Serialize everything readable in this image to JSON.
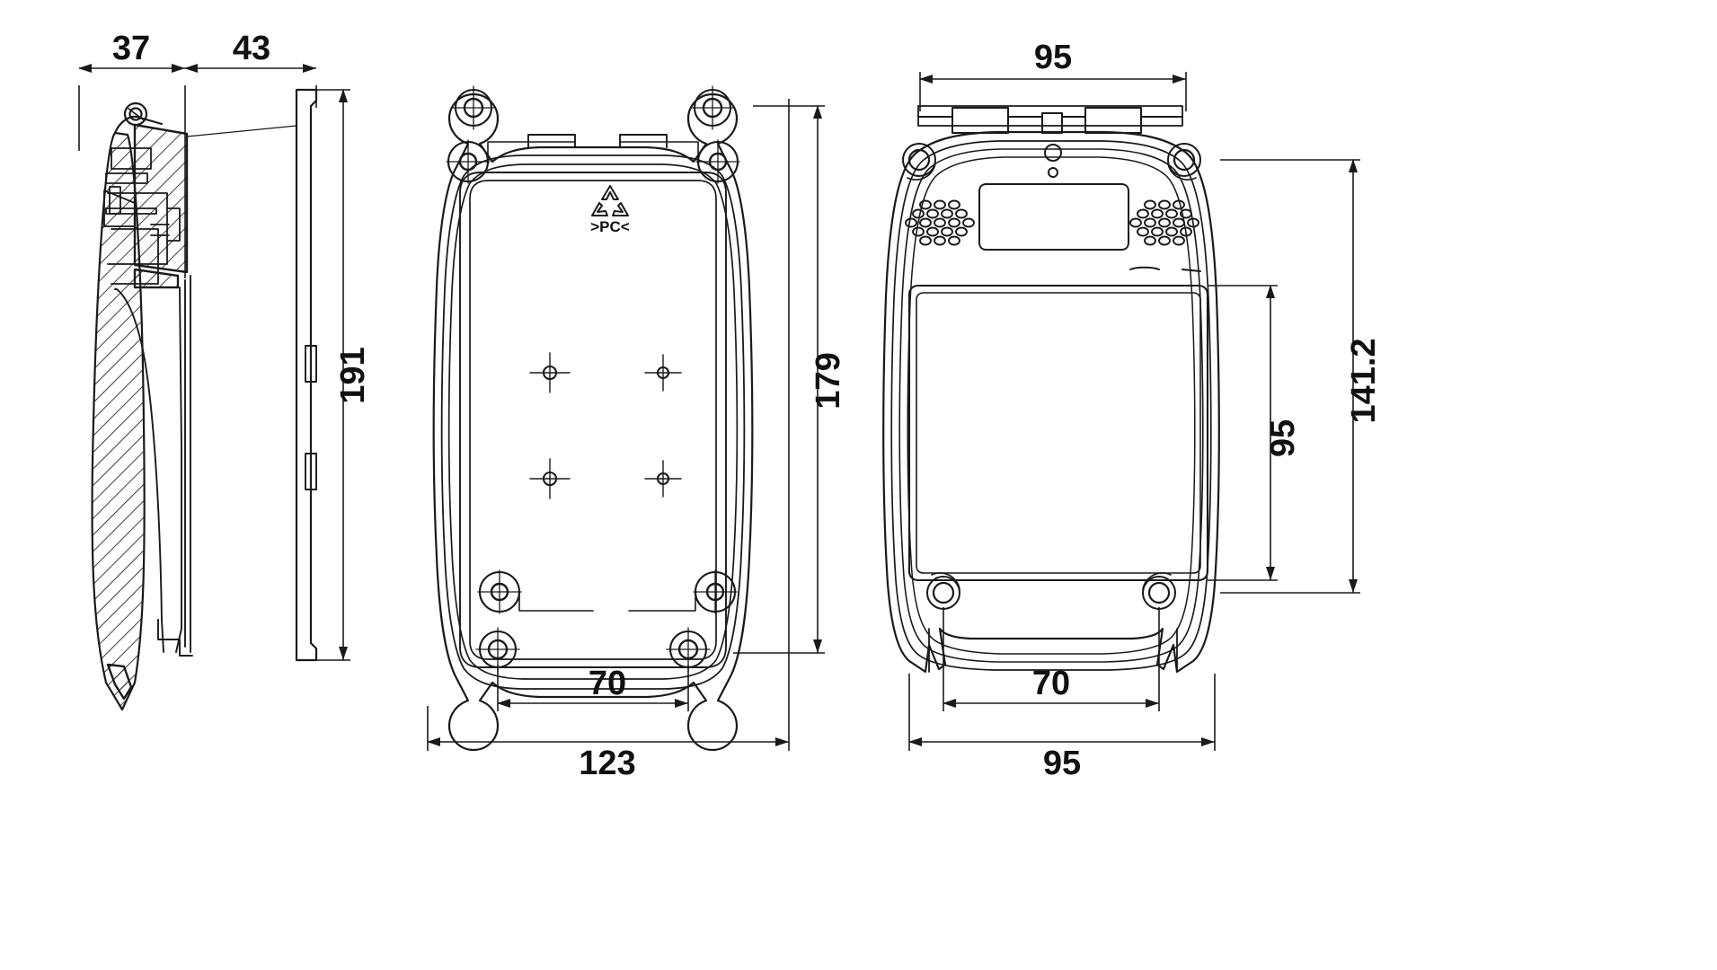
{
  "drawing": {
    "title": "Enclosure technical drawing - three orthographic views",
    "units": "mm",
    "line_color": "#1a1a1a",
    "background": "#ffffff"
  },
  "views": {
    "left": {
      "name": "side-section-view",
      "description": "Vertical cross-section through enclosure, hatched wall"
    },
    "middle": {
      "name": "front-inside-view",
      "description": "Enclosure base interior with corner bosses, mounting ears and PCB standoffs"
    },
    "right": {
      "name": "rear-outside-view",
      "description": "Enclosure rear with speaker grille, label window and battery lid"
    }
  },
  "dimensions": {
    "left_view": [
      {
        "id": "d37",
        "label": "37",
        "orientation": "horizontal"
      },
      {
        "id": "d43",
        "label": "43",
        "orientation": "horizontal"
      },
      {
        "id": "d191",
        "label": "191",
        "orientation": "vertical"
      }
    ],
    "middle_view": [
      {
        "id": "d179",
        "label": "179",
        "orientation": "vertical"
      },
      {
        "id": "d70a",
        "label": "70",
        "orientation": "horizontal"
      },
      {
        "id": "d123",
        "label": "123",
        "orientation": "horizontal"
      }
    ],
    "right_view": [
      {
        "id": "d95top",
        "label": "95",
        "orientation": "horizontal"
      },
      {
        "id": "d141",
        "label": "141.2",
        "orientation": "vertical"
      },
      {
        "id": "d95right",
        "label": "95",
        "orientation": "vertical"
      },
      {
        "id": "d70b",
        "label": "70",
        "orientation": "horizontal"
      },
      {
        "id": "d95bot",
        "label": "95",
        "orientation": "horizontal"
      }
    ]
  },
  "markings": {
    "recycle_material": ">PC<",
    "recycle_symbol": "recycling-triangle-icon"
  }
}
